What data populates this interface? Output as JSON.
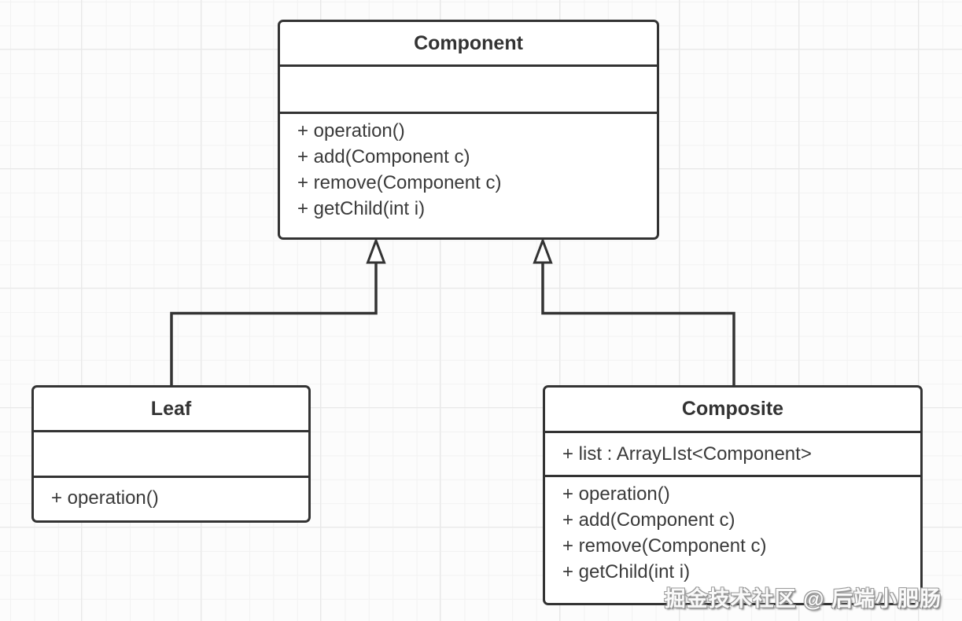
{
  "diagram": {
    "title": "Composite pattern UML class diagram",
    "colors": {
      "stroke": "#333333",
      "shape_fill": "#ffffff",
      "text": "#3a3a3a",
      "background": "#fcfcfc",
      "grid_minor": "#f2f2f2",
      "grid_major": "#e8e8e8"
    },
    "classes": [
      {
        "name": "Component",
        "attributes": [],
        "methods": [
          "+ operation()",
          "+ add(Component c)",
          "+ remove(Component c)",
          "+ getChild(int i)"
        ]
      },
      {
        "name": "Leaf",
        "attributes": [],
        "methods": [
          "+ operation()"
        ]
      },
      {
        "name": "Composite",
        "attributes": [
          "+ list : ArrayLIst<Component>"
        ],
        "methods": [
          "+ operation()",
          "+ add(Component c)",
          "+ remove(Component c)",
          "+ getChild(int i)"
        ]
      }
    ],
    "relations": [
      {
        "from": "Leaf",
        "to": "Component",
        "type": "inheritance"
      },
      {
        "from": "Composite",
        "to": "Component",
        "type": "inheritance"
      }
    ],
    "watermark": "掘金技术社区 @ 后端小肥肠"
  }
}
